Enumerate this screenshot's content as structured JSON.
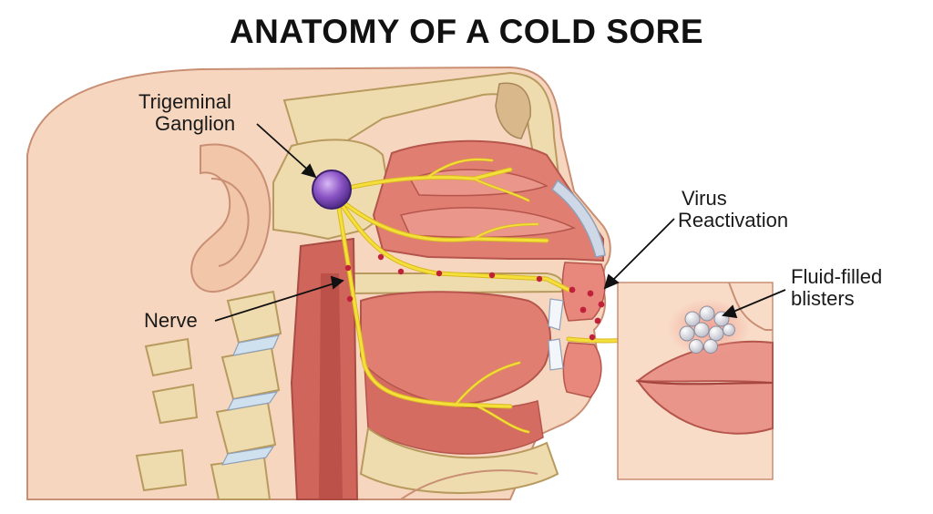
{
  "title": "ANATOMY OF A COLD SORE",
  "labels": {
    "trigeminal_ganglion": [
      "Trigeminal",
      "Ganglion"
    ],
    "nerve": "Nerve",
    "virus_reactivation": [
      "Virus",
      "Reactivation"
    ],
    "fluid_filled_blisters": [
      "Fluid-filled",
      "blisters"
    ]
  },
  "colors": {
    "skin": "#f6d6bf",
    "skin_outline": "#c98f74",
    "bone": "#efdcae",
    "bone_outline": "#b89a5e",
    "tissue": "#e07e72",
    "tissue_dark": "#c85c54",
    "nerve": "#f5df3a",
    "ganglion": "#8a54c4",
    "virus": "#c0203a",
    "blister": "#e4e4ea"
  }
}
